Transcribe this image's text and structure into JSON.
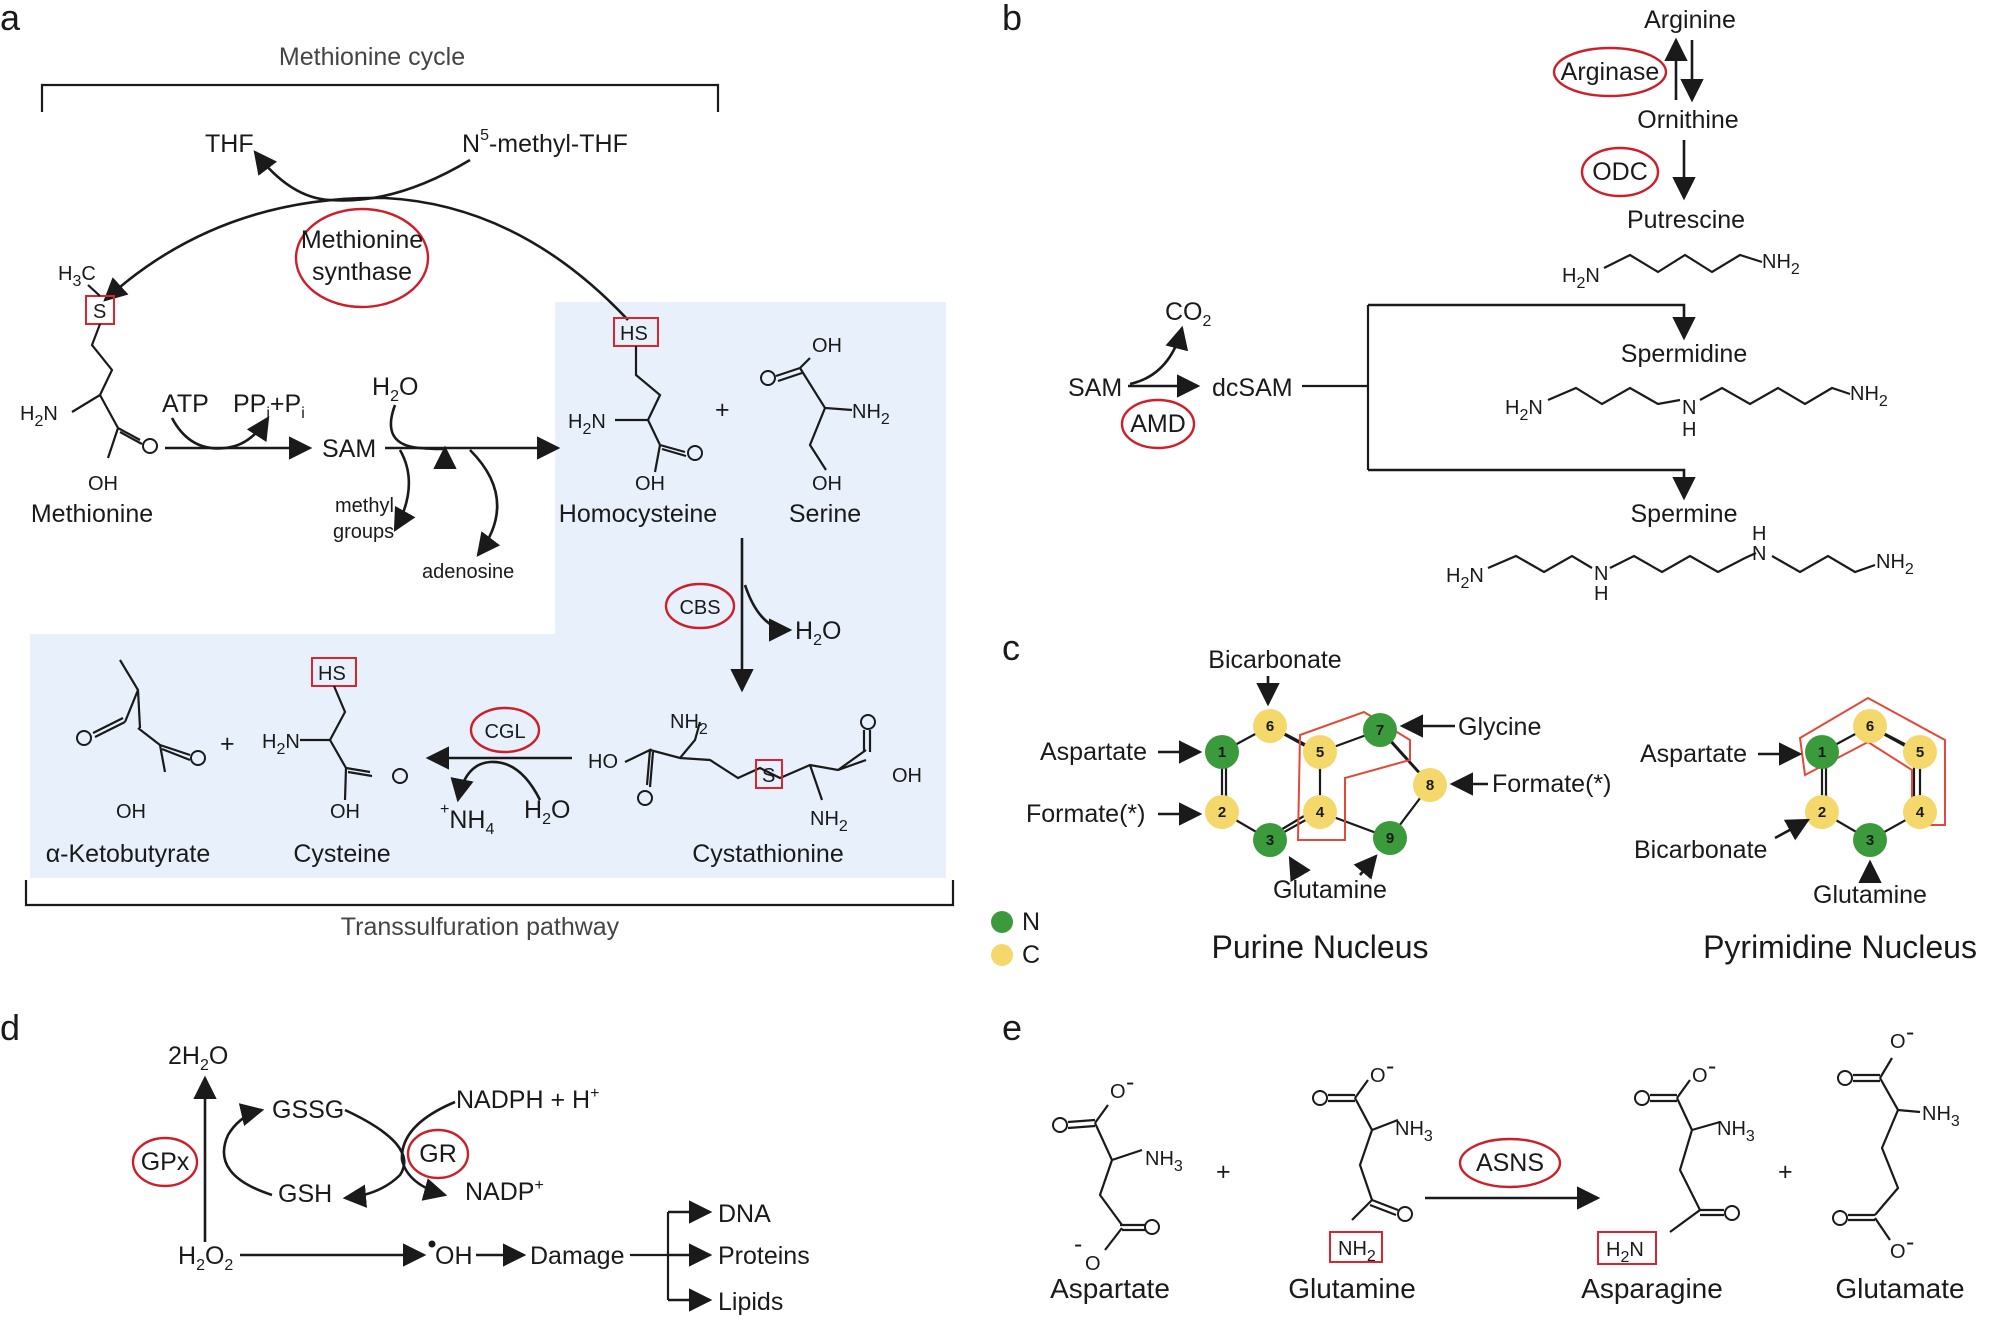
{
  "colors": {
    "enzyme_ring": "#cc1f2a",
    "highlight_box": "#d9262e",
    "shade": "#e8f1fb",
    "nitrogen": "#3a9a3c",
    "carbon": "#f4d86b"
  },
  "panels": {
    "a": "a",
    "b": "b",
    "c": "c",
    "d": "d",
    "e": "e"
  },
  "a": {
    "cycle_title": "Methionine cycle",
    "pathway_title": "Transsulfuration pathway",
    "thf": "THF",
    "n5": "N",
    "n5_sup": "5",
    "n5_rest": "-methyl-THF",
    "ms1": "Methionine",
    "ms2": "synthase",
    "h3c": "H",
    "h3c_sub": "3",
    "h3c_c": "C",
    "s": "S",
    "hs": "HS",
    "h2n": "H",
    "h2n_sub": "2",
    "h2n_n": "N",
    "o": "O",
    "oh": "OH",
    "atp": "ATP",
    "pp": "PP",
    "i": "i",
    "plus": "+",
    "p": "P",
    "sam": "SAM",
    "h2o": "H",
    "h2o_sub": "2",
    "h2o_o": "O",
    "methyl1": "methyl",
    "methyl2": "groups",
    "adenosine": "adenosine",
    "methionine": "Methionine",
    "homocysteine": "Homocysteine",
    "serine": "Serine",
    "nh2": "NH",
    "nh2_sub": "2",
    "cbs": "CBS",
    "cgl": "CGL",
    "nh4": "NH",
    "nh4_sub": "4",
    "nh4_plus": "+",
    "ho": "HO",
    "ketobutyrate": "α-Ketobutyrate",
    "cysteine": "Cysteine",
    "cystathionine": "Cystathionine"
  },
  "b": {
    "arginine": "Arginine",
    "arginase": "Arginase",
    "ornithine": "Ornithine",
    "odc": "ODC",
    "putrescine": "Putrescine",
    "spermidine": "Spermidine",
    "spermine": "Spermine",
    "sam": "SAM",
    "dcsam": "dcSAM",
    "amd": "AMD",
    "co": "CO",
    "co_sub": "2",
    "h2n": "H",
    "h2n_sub": "2",
    "n": "N",
    "nh": "NH",
    "h": "H"
  },
  "c": {
    "bicarbonate": "Bicarbonate",
    "aspartate": "Aspartate",
    "formate": "Formate(*)",
    "glycine": "Glycine",
    "glutamine": "Glutamine",
    "purine": "Purine Nucleus",
    "pyrimidine": "Pyrimidine Nucleus",
    "legend_n": "N",
    "legend_c": "C",
    "purine_nodes": [
      "1",
      "2",
      "3",
      "4",
      "5",
      "6",
      "7",
      "8",
      "9"
    ],
    "pyrimidine_nodes": [
      "1",
      "2",
      "3",
      "4",
      "5",
      "6"
    ]
  },
  "d": {
    "h2o": "2H",
    "h2o_sub": "2",
    "h2o_o": "O",
    "gssg": "GSSG",
    "gsh": "GSH",
    "gpx": "GPx",
    "gr": "GR",
    "nadph": "NADPH + H",
    "plus": "+",
    "nadp": "NADP",
    "h2o2": "H",
    "o2sub": "2",
    "o": "O",
    "oh": "OH",
    "damage": "Damage",
    "dna": "DNA",
    "proteins": "Proteins",
    "lipids": "Lipids"
  },
  "e": {
    "aspartate": "Aspartate",
    "glutamine": "Glutamine",
    "asparagine": "Asparagine",
    "glutamate": "Glutamate",
    "asns": "ASNS",
    "plus": "+",
    "o": "O",
    "minus": "-",
    "nh3": "NH",
    "nh3_sub": "3",
    "nh2": "NH",
    "nh2_sub": "2",
    "h2n": "H",
    "h2n_sub": "2",
    "h2n_n": "N"
  }
}
